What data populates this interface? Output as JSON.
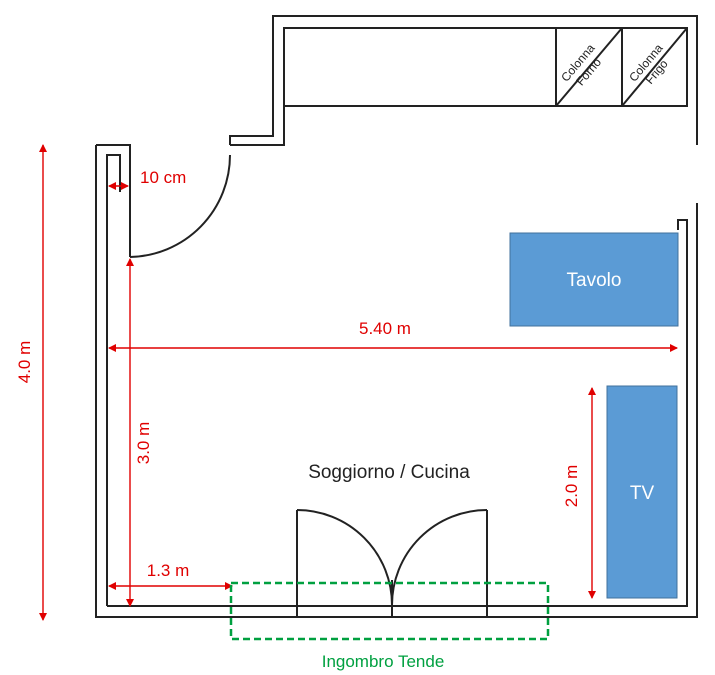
{
  "room_label": "Soggiorno / Cucina",
  "furniture": {
    "table_label": "Tavolo",
    "tv_label": "TV",
    "cabinet_oven": {
      "line1": "Colonna",
      "line2": "Forno"
    },
    "cabinet_fridge": {
      "line1": "Colonna",
      "line2": "Frigo"
    }
  },
  "dimensions": {
    "height_total": "4.0 m",
    "width_total": "5.40 m",
    "left_segment": "3.0 m",
    "wall_offset": "10 cm",
    "bottom_offset": "1.3 m",
    "tv_wall": "2.0 m"
  },
  "curtain_label": "Ingombro Tende",
  "colors": {
    "dimension": "#e00000",
    "furniture_fill": "#5b9bd5",
    "furniture_stroke": "#41719c",
    "curtain": "#00a040",
    "wall": "#222222"
  }
}
